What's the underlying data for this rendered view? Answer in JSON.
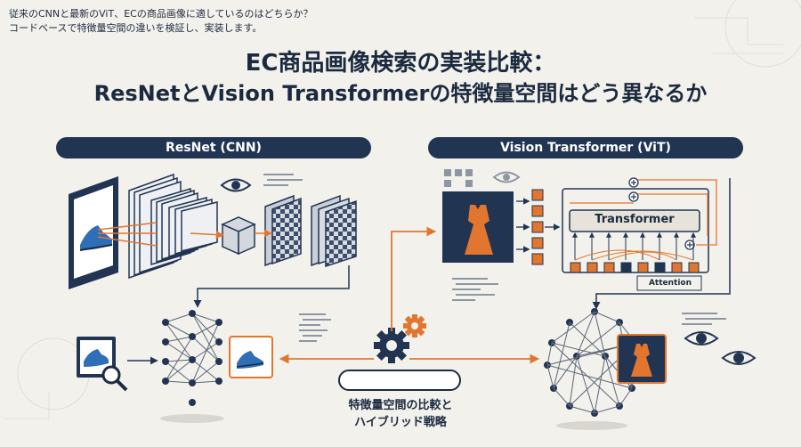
{
  "header": {
    "note_line1": "従来のCNNと最新のViT、ECの商品画像に適しているのはどちらか？",
    "note_line2": "コードベースで特徴量空間の違いを検証し、実装します。",
    "title_line1": "EC商品画像検索の実装比較：",
    "title_line2": "ResNetとVision Transformerの特徴量空間はどう異なるか"
  },
  "left_panel": {
    "label": "ResNet (CNN)"
  },
  "right_panel": {
    "label": "Vision Transformer (ViT)",
    "transformer_label": "Transformer",
    "attention_label": "Attention"
  },
  "center": {
    "caption_line1": "特徴量空間の比較と",
    "caption_line2": "ハイブリッド戦略"
  },
  "colors": {
    "navy": "#213552",
    "orange": "#e2762f",
    "blue": "#2f6fb8",
    "grey": "#8d96a3"
  },
  "icons": [
    "shoe-icon",
    "dress-icon",
    "eye-icon",
    "gear-icon",
    "magnifier-icon",
    "image-icon",
    "search-icon",
    "code-lines-icon",
    "neural-network-icon"
  ]
}
